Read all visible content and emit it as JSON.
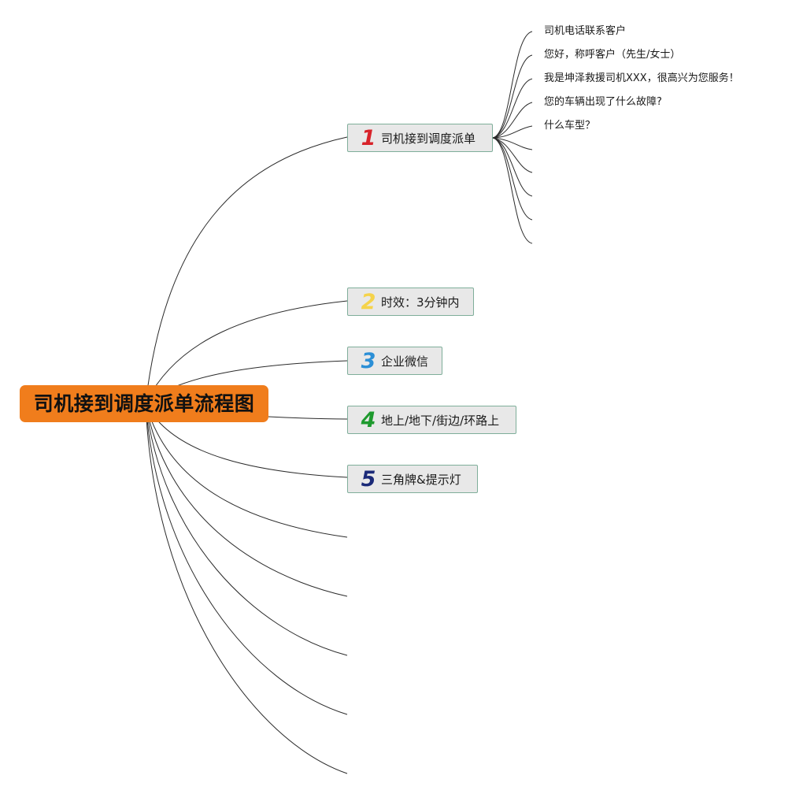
{
  "root": {
    "title": "司机接到调度派单流程图",
    "color": "#f07d1c"
  },
  "branches": [
    {
      "number": "1",
      "number_color": "#d8232a",
      "label": "司机接到调度派单"
    },
    {
      "number": "2",
      "number_color": "#f5d34a",
      "label": "时效：3分钟内"
    },
    {
      "number": "3",
      "number_color": "#2b8fd6",
      "label": "企业微信"
    },
    {
      "number": "4",
      "number_color": "#1e9a2e",
      "label": "地上/地下/街边/环路上"
    },
    {
      "number": "5",
      "number_color": "#1b2a78",
      "label": "三角牌&提示灯"
    }
  ],
  "leaves": [
    "司机电话联系客户",
    "您好，称呼客户（先生/女士）",
    "我是坤泽救援司机XXX，很高兴为您服务！",
    "您的车辆出现了什么故障?",
    "什么车型？"
  ],
  "node_border_color": "#7fae9a"
}
